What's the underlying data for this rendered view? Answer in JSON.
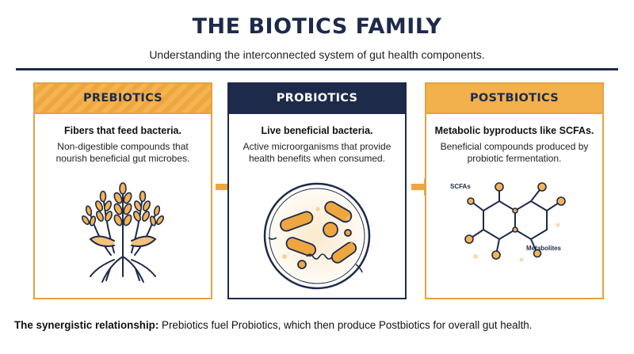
{
  "title": "THE BIOTICS FAMILY",
  "subtitle": "Understanding the interconnected system of gut health components.",
  "panels": [
    {
      "heading": "PREBIOTICS",
      "tagline": "Fibers that feed bacteria.",
      "description": "Non-digestible compounds that nourish beneficial gut microbes."
    },
    {
      "heading": "PROBIOTICS",
      "tagline": "Live beneficial bacteria.",
      "description": "Active microorganisms that provide health benefits when consumed."
    },
    {
      "heading": "POSTBIOTICS",
      "tagline": "Metabolic byproducts like SCFAs.",
      "description": "Beneficial compounds produced by probiotic fermentation.",
      "labels": {
        "scfa": "SCFAs",
        "metabolites": "Metabolites"
      }
    }
  ],
  "footer": {
    "lead": "The synergistic relationship:",
    "text": " Prebiotics fuel Probiotics, which then produce Postbiotics for overall gut health."
  },
  "icons": [
    "wheat-icon",
    "bacteria-icon",
    "molecule-icon",
    "arrow-right-icon"
  ],
  "colors": {
    "navy": "#1e2a4a",
    "orange": "#e3a33f",
    "light_orange": "#f4b451"
  }
}
